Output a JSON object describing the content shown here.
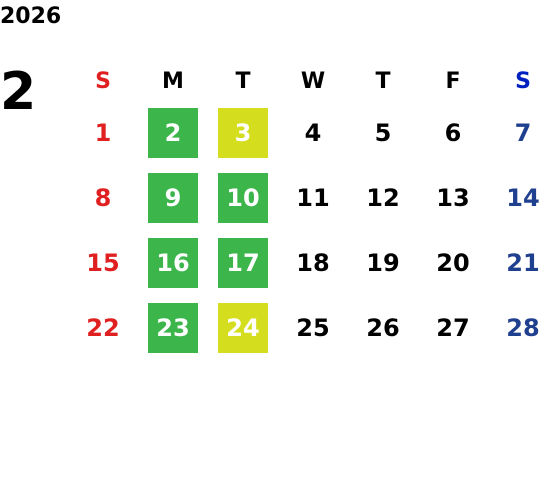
{
  "year": "2026",
  "month": "2",
  "weekdays": [
    "S",
    "M",
    "T",
    "W",
    "T",
    "F",
    "S"
  ],
  "weekday_colors": [
    "#e02020",
    "#000000",
    "#000000",
    "#000000",
    "#000000",
    "#000000",
    "#0020c0"
  ],
  "highlight_colors": {
    "green": "#3cb54a",
    "lime": "#d4de1e"
  },
  "weeks": [
    [
      {
        "day": "1",
        "highlight": ""
      },
      {
        "day": "2",
        "highlight": "green"
      },
      {
        "day": "3",
        "highlight": "lime"
      },
      {
        "day": "4",
        "highlight": ""
      },
      {
        "day": "5",
        "highlight": ""
      },
      {
        "day": "6",
        "highlight": ""
      },
      {
        "day": "7",
        "highlight": ""
      }
    ],
    [
      {
        "day": "8",
        "highlight": ""
      },
      {
        "day": "9",
        "highlight": "green"
      },
      {
        "day": "10",
        "highlight": "green"
      },
      {
        "day": "11",
        "highlight": ""
      },
      {
        "day": "12",
        "highlight": ""
      },
      {
        "day": "13",
        "highlight": ""
      },
      {
        "day": "14",
        "highlight": ""
      }
    ],
    [
      {
        "day": "15",
        "highlight": ""
      },
      {
        "day": "16",
        "highlight": "green"
      },
      {
        "day": "17",
        "highlight": "green"
      },
      {
        "day": "18",
        "highlight": ""
      },
      {
        "day": "19",
        "highlight": ""
      },
      {
        "day": "20",
        "highlight": ""
      },
      {
        "day": "21",
        "highlight": ""
      }
    ],
    [
      {
        "day": "22",
        "highlight": ""
      },
      {
        "day": "23",
        "highlight": "green"
      },
      {
        "day": "24",
        "highlight": "lime"
      },
      {
        "day": "25",
        "highlight": ""
      },
      {
        "day": "26",
        "highlight": ""
      },
      {
        "day": "27",
        "highlight": ""
      },
      {
        "day": "28",
        "highlight": ""
      }
    ]
  ]
}
